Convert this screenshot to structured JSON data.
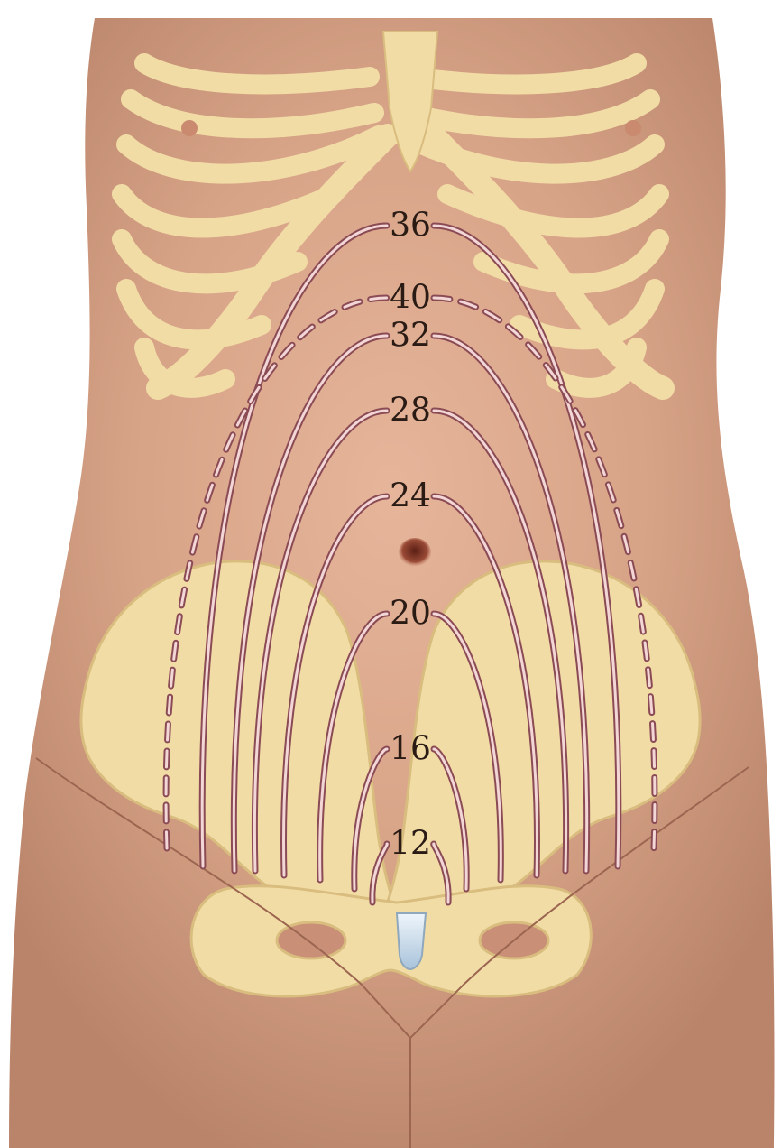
{
  "fundal_heights": [
    {
      "week": "12",
      "style": "solid"
    },
    {
      "week": "16",
      "style": "solid"
    },
    {
      "week": "20",
      "style": "solid"
    },
    {
      "week": "24",
      "style": "solid"
    },
    {
      "week": "28",
      "style": "solid"
    },
    {
      "week": "32",
      "style": "solid"
    },
    {
      "week": "36",
      "style": "solid"
    },
    {
      "week": "40",
      "style": "dashed"
    }
  ],
  "colors": {
    "skin": "#d7a387",
    "skin_dark": "#b47c63",
    "bone": "#f2dca6",
    "bone_edge": "#d9bd7f",
    "contour_line": "#f3d6d6",
    "contour_edge": "#8a4b55",
    "cartilage": "#cfe0ee"
  }
}
